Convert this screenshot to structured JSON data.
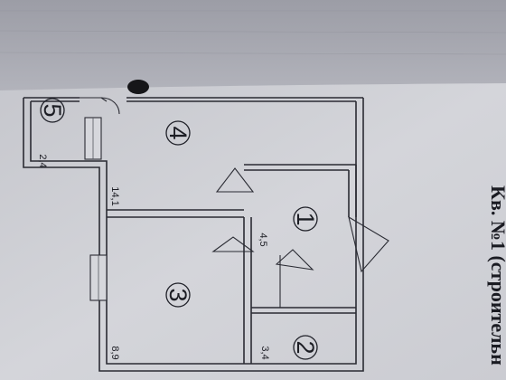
{
  "plan": {
    "title": "Кв. №1 (строительн",
    "rooms": [
      {
        "number": "1",
        "area": "4,5"
      },
      {
        "number": "2",
        "area": "3,4"
      },
      {
        "number": "3",
        "area": "8,9"
      },
      {
        "number": "4",
        "area": "14,1"
      },
      {
        "number": "5",
        "area": "2,4"
      }
    ]
  },
  "colors": {
    "paper_top": "#a5a6ae",
    "paper_main": "#d2d3d8",
    "ink": "#2a2b33"
  }
}
